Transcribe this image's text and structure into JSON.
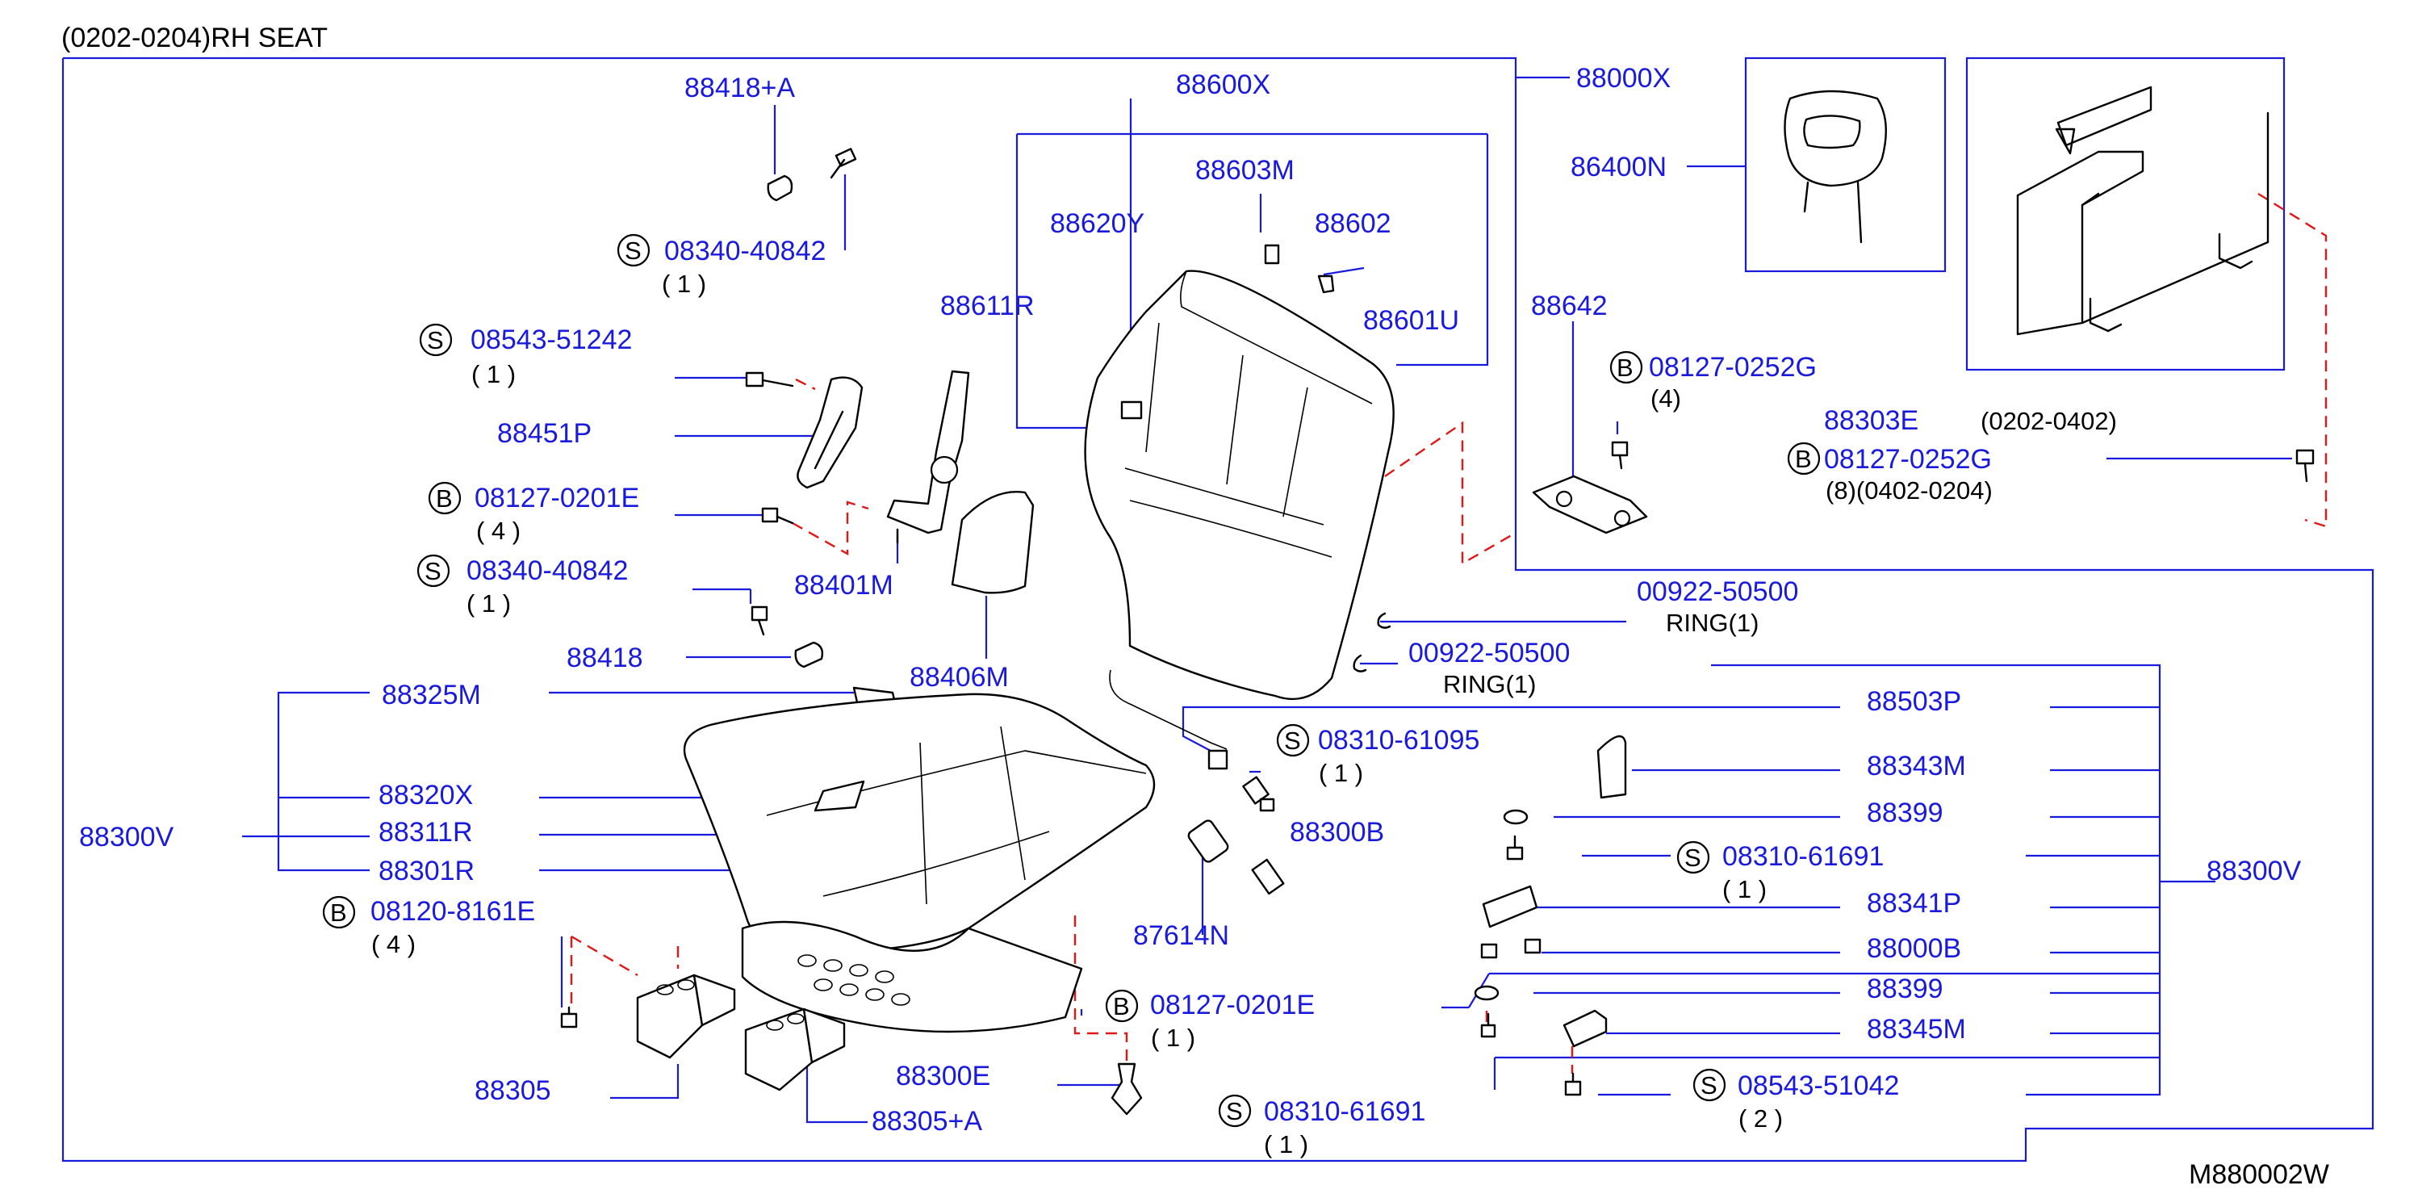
{
  "title": "(0202-0204)RH   SEAT",
  "drawing_code": "M880002W",
  "colors": {
    "label": "#1a1adc",
    "text": "#000000",
    "dashed_line": "#e01818",
    "background": "#ffffff"
  },
  "labels": {
    "p88418A": "88418+A",
    "p88600X": "88600X",
    "p88000X": "88000X",
    "p88603M": "88603M",
    "p88620Y": "88620Y",
    "p88602": "88602",
    "p86400N": "86400N",
    "sS1": "S",
    "p08340_40842a": "08340-40842",
    "q1": "( 1 )",
    "p88611R": "88611R",
    "p88601U": "88601U",
    "p88642": "88642",
    "sS2": "S",
    "p08543_51242": "08543-51242",
    "q2": "( 1 )",
    "sB1": "B",
    "p08127_0252Ga": "08127-0252G",
    "q3": "(4)",
    "p88451P": "88451P",
    "p88303E": "88303E",
    "d0202_0402": "(0202-0402)",
    "sB2": "B",
    "p08127_0252Gb": "08127-0252G",
    "q4": "(8)(0402-0204)",
    "sB3": "B",
    "p08127_0201Ea": "08127-0201E",
    "q5": "( 4 )",
    "sS3": "S",
    "p08340_40842b": "08340-40842",
    "q6": "( 1 )",
    "p88401M": "88401M",
    "p00922_50500a": "00922-50500",
    "ring1": "RING(1)",
    "p88418": "88418",
    "p00922_50500b": "00922-50500",
    "ring2": "RING(1)",
    "p88406M": "88406M",
    "p88325M": "88325M",
    "p88503P": "88503P",
    "sS4": "S",
    "p08310_61095": "08310-61095",
    "q7": "( 1 )",
    "p88343M": "88343M",
    "p88320X": "88320X",
    "p88399a": "88399",
    "p88311R": "88311R",
    "p88300B": "88300B",
    "p88300Vl": "88300V",
    "sS5": "S",
    "p08310_61691a": "08310-61691",
    "q8": "( 1 )",
    "p88301R": "88301R",
    "p88300Vr": "88300V",
    "sB4": "B",
    "p08120_8161E": "08120-8161E",
    "q9": "( 4 )",
    "p88341P": "88341P",
    "p87614N": "87614N",
    "p88000B": "88000B",
    "p88399b": "88399",
    "sB5": "B",
    "p08127_0201Eb": "08127-0201E",
    "q10": "( 1 )",
    "p88345M": "88345M",
    "p88305": "88305",
    "p88300E": "88300E",
    "sS6": "S",
    "p08543_51042": "08543-51042",
    "q11": "( 2 )",
    "p88305A": "88305+A",
    "sS7": "S",
    "p08310_61691b": "08310-61691",
    "q12": "( 1 )"
  }
}
